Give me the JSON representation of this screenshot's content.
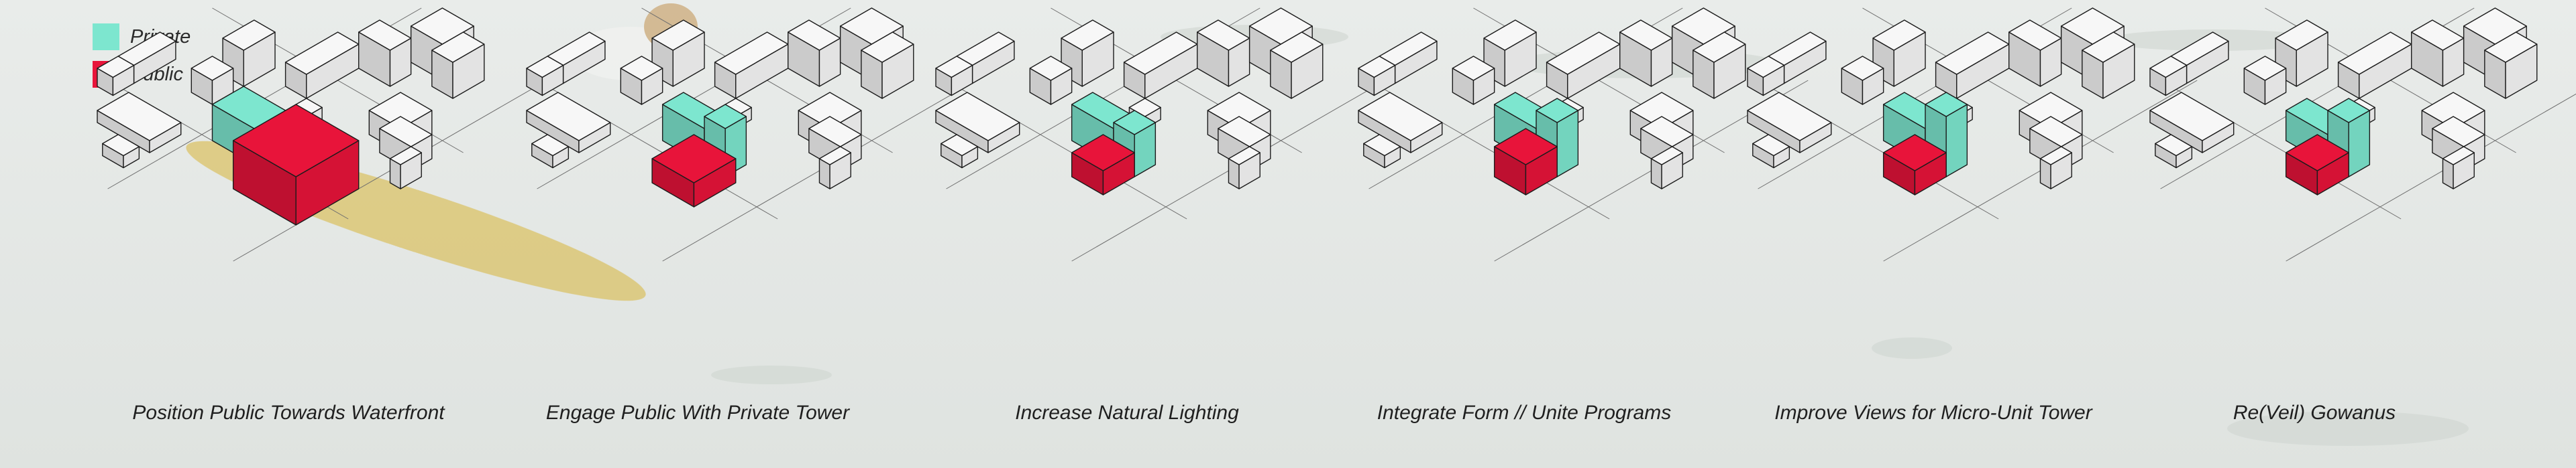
{
  "colors": {
    "private": "#7de6cf",
    "public": "#e8143a"
  },
  "legend": [
    {
      "label": "Private",
      "color": "#7de6cf"
    },
    {
      "label": "Public",
      "color": "#e8143a"
    }
  ],
  "steps": [
    {
      "caption": "Position Public Towards Waterfront"
    },
    {
      "caption": "Engage Public With Private Tower"
    },
    {
      "caption": "Increase Natural Lighting"
    },
    {
      "caption": "Integrate Form // Unite Programs"
    },
    {
      "caption": "Improve Views for Micro-Unit Tower"
    },
    {
      "caption": "Re(Veil) Gowanus"
    }
  ]
}
